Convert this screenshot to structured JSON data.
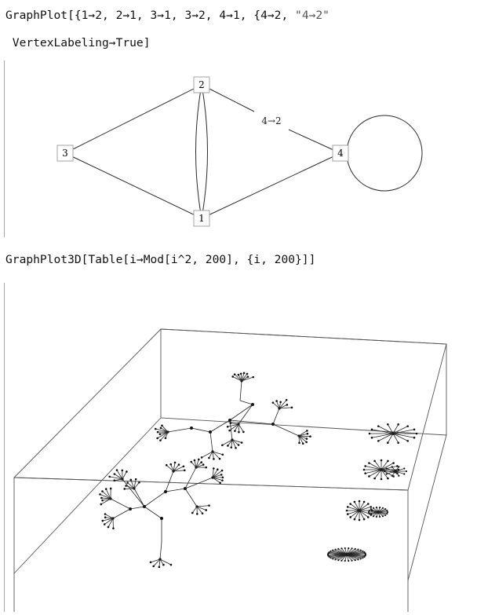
{
  "input1": {
    "line1_prefix": "GraphPlot[{1→2, 2→1, 3→1, 3→2, 4→1, {4→2, ",
    "line1_string": "\"4→2\"",
    "line2": " VertexLabeling→True]"
  },
  "graph2d": {
    "vertices": [
      "1",
      "2",
      "3",
      "4"
    ],
    "edge_label": "4→2"
  },
  "input2": {
    "line1": "GraphPlot3D[Table[i→Mod[i^2, 200], {i, 200}]]"
  }
}
